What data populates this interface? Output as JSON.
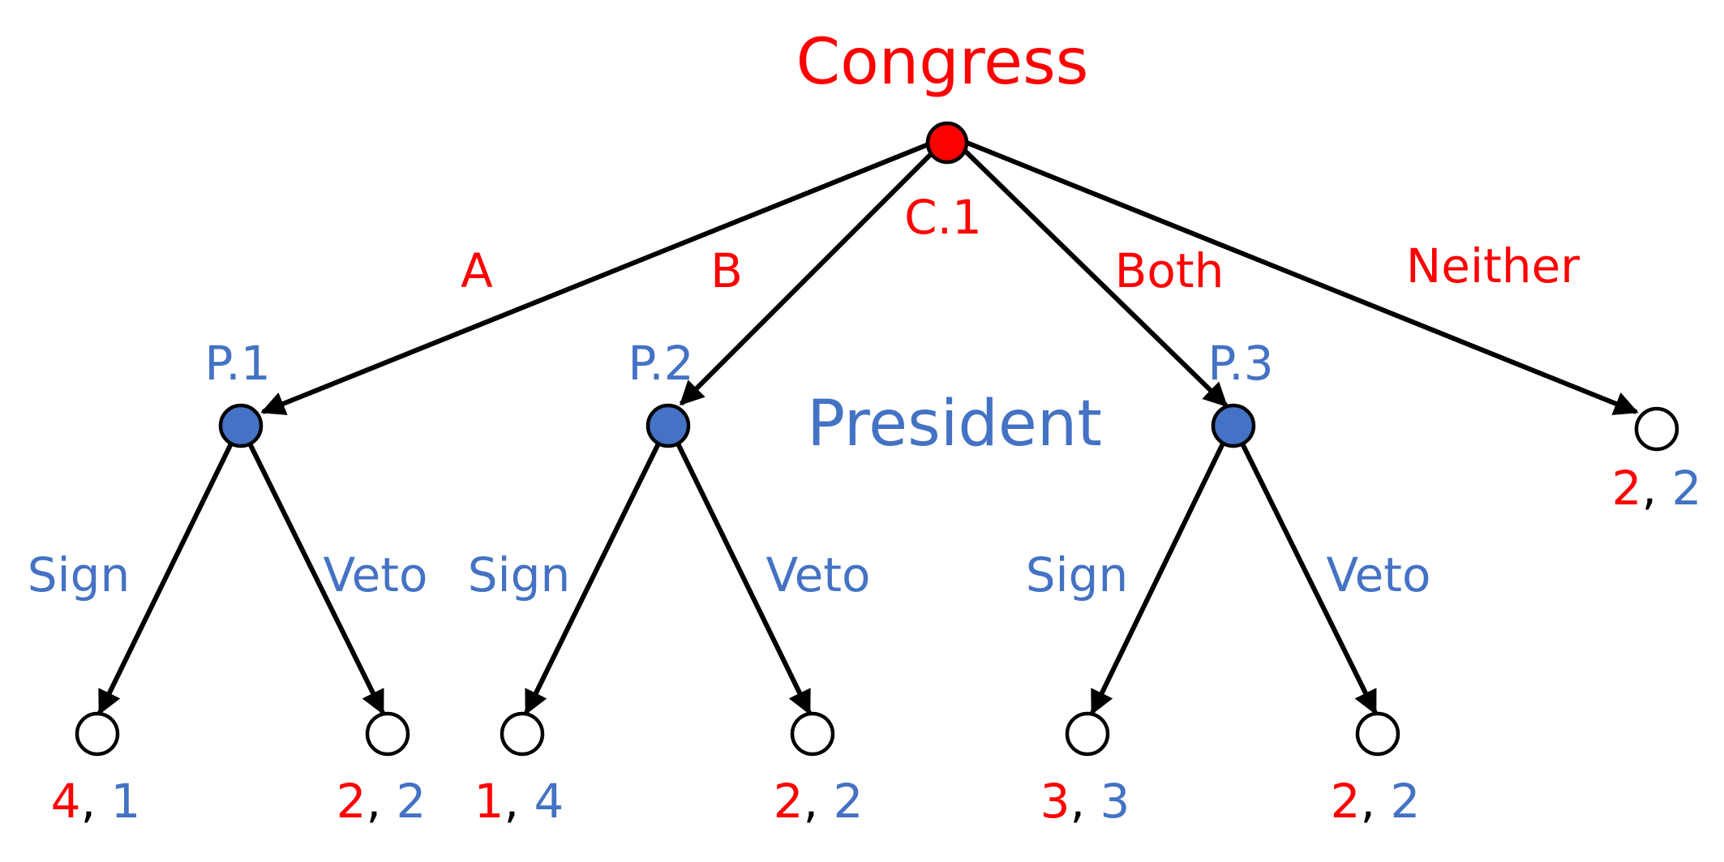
{
  "colors": {
    "congress": "#ff0000",
    "president": "#4472c4",
    "edge": "#000000",
    "terminal_fill": "#ffffff"
  },
  "players": {
    "congress": "Congress",
    "president": "President"
  },
  "nodes": {
    "c1": "C.1",
    "p1": "P.1",
    "p2": "P.2",
    "p3": "P.3"
  },
  "congress_actions": {
    "a": "A",
    "b": "B",
    "both": "Both",
    "neither": "Neither"
  },
  "president_actions": {
    "sign": "Sign",
    "veto": "Veto"
  },
  "payoffs": {
    "a_sign": {
      "congress": "4",
      "president": "1"
    },
    "a_veto": {
      "congress": "2",
      "president": "2"
    },
    "b_sign": {
      "congress": "1",
      "president": "4"
    },
    "b_veto": {
      "congress": "2",
      "president": "2"
    },
    "both_sign": {
      "congress": "3",
      "president": "3"
    },
    "both_veto": {
      "congress": "2",
      "president": "2"
    },
    "neither": {
      "congress": "2",
      "president": "2"
    },
    "separator": ", "
  }
}
